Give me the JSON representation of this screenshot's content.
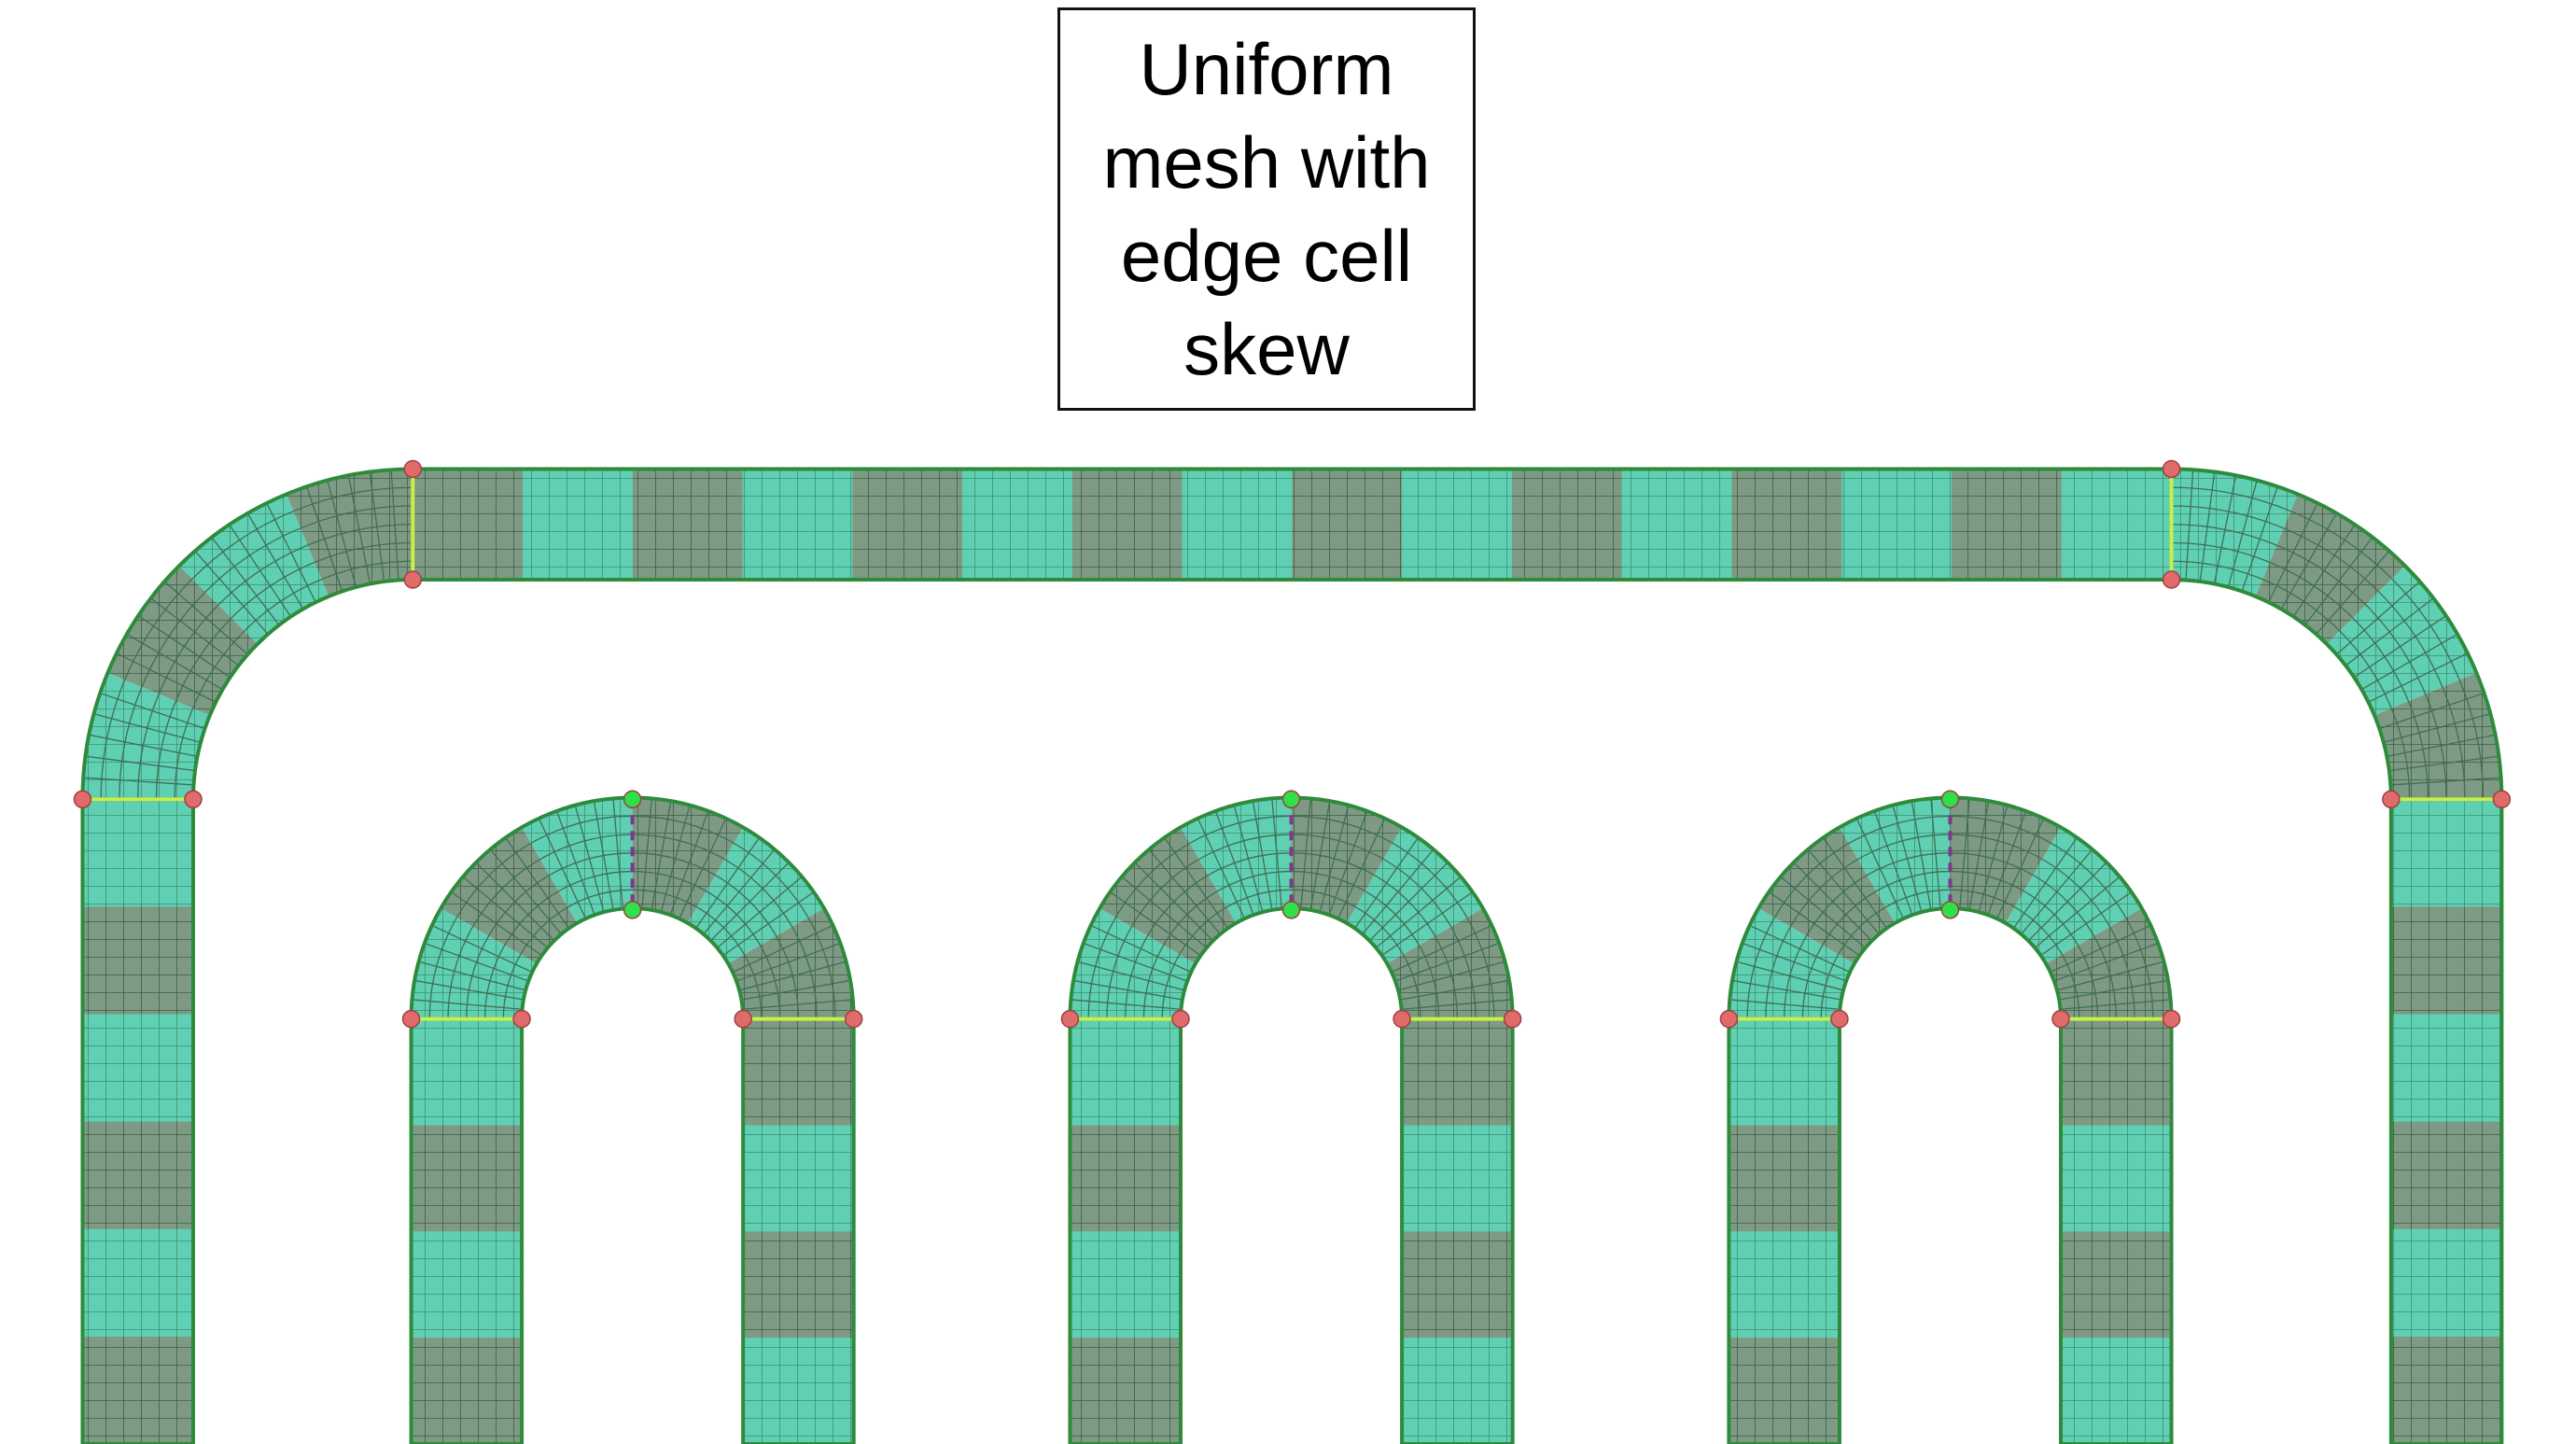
{
  "label": {
    "lines": [
      "Uniform",
      "mesh with",
      "edge cell",
      "skew"
    ]
  },
  "colors": {
    "block_a": "#5fd0b4",
    "block_b": "#7f9a84",
    "grid_line": "#2e6b4a",
    "outline": "#2e8b3c",
    "edge_highlight": "#c8f04a",
    "vertex_red": "#e06b6b",
    "vertex_green": "#2ee04a",
    "divider_purple": "#7a3a8a"
  }
}
